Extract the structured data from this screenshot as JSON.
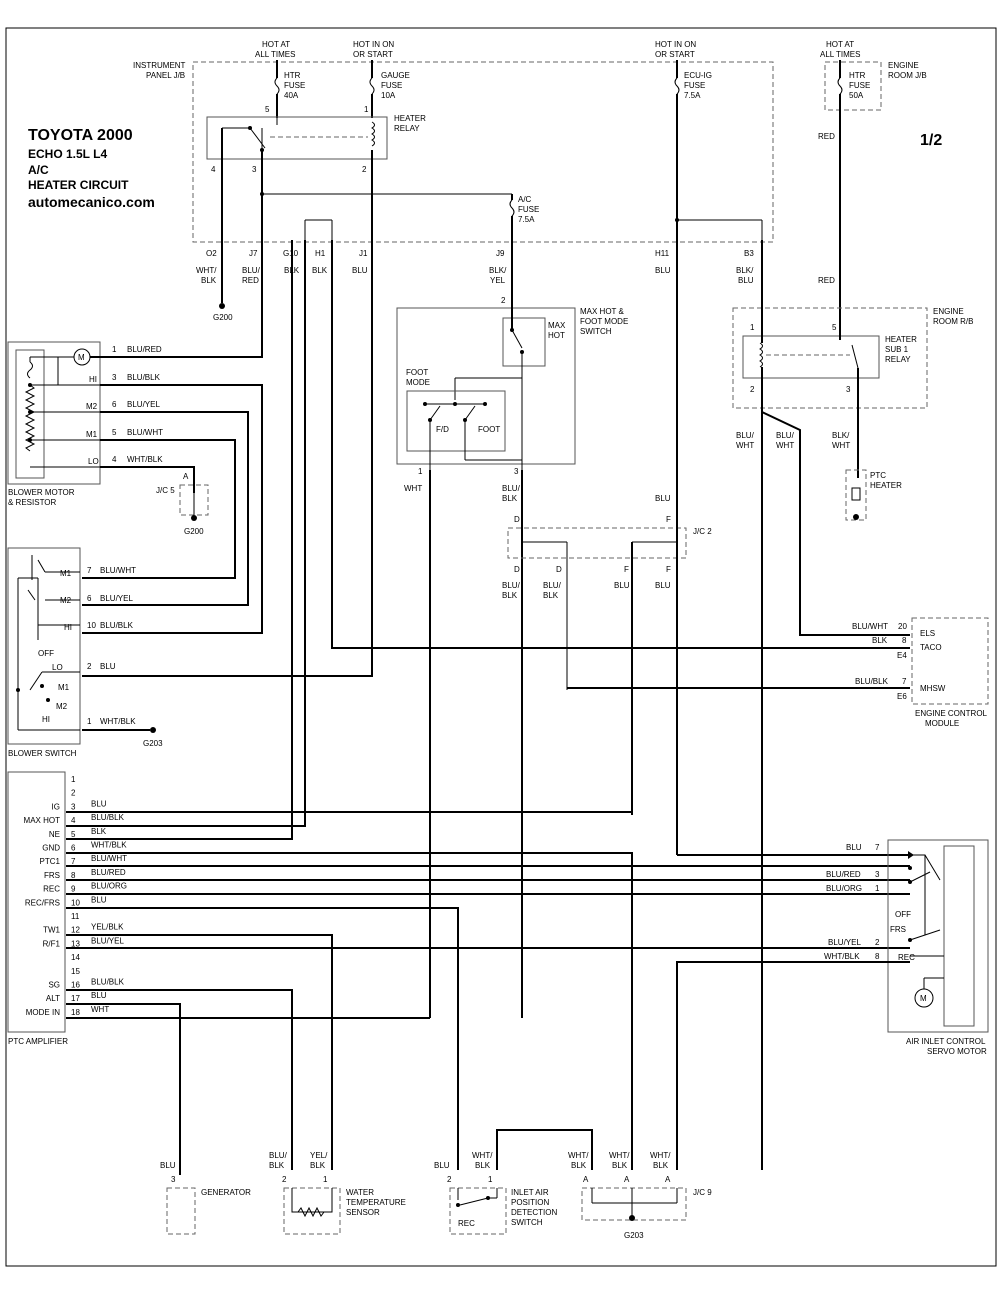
{
  "header": {
    "make_year": "TOYOTA 2000",
    "model": "ECHO   1.5L  L4",
    "system": "A/C",
    "circuit": "HEATER CIRCUIT",
    "site": "automecanico.com",
    "page": "1/2"
  },
  "power": {
    "hot_at_all_times": "HOT AT",
    "all_times": "ALL TIMES",
    "hot_in_on": "HOT IN ON",
    "or_start": "OR START"
  },
  "instrument_panel": {
    "label1": "INSTRUMENT",
    "label2": "PANEL J/B",
    "htr_fuse": [
      "HTR",
      "FUSE",
      "40A"
    ],
    "gauge_fuse": [
      "GAUGE",
      "FUSE",
      "10A"
    ],
    "ecu_fuse": [
      "ECU-IG",
      "FUSE",
      "7.5A"
    ],
    "ac_fuse": [
      "A/C",
      "FUSE",
      "7.5A"
    ],
    "heater_relay": [
      "HEATER",
      "RELAY"
    ],
    "pins": [
      "5",
      "1",
      "4",
      "3",
      "2"
    ],
    "connectors": [
      "O2",
      "J7",
      "G10",
      "H1",
      "J1",
      "J9",
      "H11",
      "B3"
    ],
    "wires": [
      "WHT/",
      "BLK",
      "BLU/",
      "RED",
      "BLK",
      "BLK",
      "BLU",
      "BLK/",
      "YEL",
      "BLU",
      "BLK/",
      "BLU"
    ],
    "ground": "G200"
  },
  "engine_room_jb": {
    "label1": "ENGINE",
    "label2": "ROOM J/B",
    "htr_fuse": [
      "HTR",
      "FUSE",
      "50A"
    ],
    "wire1": "RED",
    "wire2": "RED"
  },
  "engine_room_rb": {
    "label1": "ENGINE",
    "label2": "ROOM R/B",
    "relay": [
      "HEATER",
      "SUB 1",
      "RELAY"
    ],
    "pins": [
      "1",
      "5",
      "2",
      "3"
    ],
    "wires": [
      "BLU/",
      "WHT",
      "BLU/",
      "WHT",
      "BLK/",
      "WHT"
    ],
    "ptc": [
      "PTC",
      "HEATER"
    ]
  },
  "max_hot_switch": {
    "label": [
      "MAX HOT &",
      "FOOT MODE",
      "SWITCH"
    ],
    "max_hot": [
      "MAX",
      "HOT"
    ],
    "foot_mode": [
      "FOOT",
      "MODE"
    ],
    "fd": "F/D",
    "foot": "FOOT",
    "pins": [
      "2",
      "1",
      "3"
    ],
    "wires": [
      "WHT",
      "BLU/",
      "BLK",
      "BLU"
    ]
  },
  "jc2": {
    "label": "J/C 2",
    "pins": [
      "D",
      "F",
      "D",
      "D",
      "F",
      "F"
    ],
    "wires": [
      "BLU/",
      "BLK",
      "BLU/",
      "BLK",
      "BLU",
      "BLU"
    ]
  },
  "blower_motor": {
    "label": [
      "BLOWER MOTOR",
      "& RESISTOR"
    ],
    "pins": [
      "1",
      "3",
      "6",
      "5",
      "4"
    ],
    "speeds": [
      "HI",
      "M2",
      "M1",
      "LO"
    ],
    "wires": [
      "BLU/RED",
      "BLU/BLK",
      "BLU/YEL",
      "BLU/WHT",
      "WHT/BLK"
    ],
    "jc5": "J/C 5",
    "jc5_pin": "A",
    "ground": "G200"
  },
  "blower_switch": {
    "label": "BLOWER SWITCH",
    "pins": [
      "7",
      "6",
      "10",
      "2",
      "1"
    ],
    "positions": [
      "M1",
      "M2",
      "HI",
      "OFF",
      "LO",
      "M1",
      "M2",
      "HI"
    ],
    "wires": [
      "BLU/WHT",
      "BLU/YEL",
      "BLU/BLK",
      "BLU",
      "WHT/BLK"
    ],
    "ground": "G203"
  },
  "ecm": {
    "label": [
      "ENGINE CONTROL",
      "MODULE"
    ],
    "pins": [
      "ELS",
      "TACO",
      "MHSW"
    ],
    "pin_nums": [
      "20",
      "8",
      "7"
    ],
    "wires": [
      "BLU/WHT",
      "BLK",
      "BLU/BLK"
    ],
    "conns": [
      "E4",
      "E6"
    ]
  },
  "ptc_amplifier": {
    "label": "PTC AMPLIFIER",
    "rows": [
      {
        "pin": "1",
        "name": "",
        "wire": ""
      },
      {
        "pin": "2",
        "name": "",
        "wire": ""
      },
      {
        "pin": "3",
        "name": "IG",
        "wire": "BLU"
      },
      {
        "pin": "4",
        "name": "MAX HOT",
        "wire": "BLU/BLK"
      },
      {
        "pin": "5",
        "name": "NE",
        "wire": "BLK"
      },
      {
        "pin": "6",
        "name": "GND",
        "wire": "WHT/BLK"
      },
      {
        "pin": "7",
        "name": "PTC1",
        "wire": "BLU/WHT"
      },
      {
        "pin": "8",
        "name": "FRS",
        "wire": "BLU/RED"
      },
      {
        "pin": "9",
        "name": "REC",
        "wire": "BLU/ORG"
      },
      {
        "pin": "10",
        "name": "REC/FRS",
        "wire": "BLU"
      },
      {
        "pin": "11",
        "name": "",
        "wire": ""
      },
      {
        "pin": "12",
        "name": "TW1",
        "wire": "YEL/BLK"
      },
      {
        "pin": "13",
        "name": "R/F1",
        "wire": "BLU/YEL"
      },
      {
        "pin": "14",
        "name": "",
        "wire": ""
      },
      {
        "pin": "15",
        "name": "",
        "wire": ""
      },
      {
        "pin": "16",
        "name": "SG",
        "wire": "BLU/BLK"
      },
      {
        "pin": "17",
        "name": "ALT",
        "wire": "BLU"
      },
      {
        "pin": "18",
        "name": "MODE IN",
        "wire": "WHT"
      }
    ]
  },
  "servo": {
    "label": [
      "AIR INLET CONTROL",
      "SERVO MOTOR"
    ],
    "pins": [
      "7",
      "3",
      "1",
      "2",
      "8"
    ],
    "wires": [
      "BLU",
      "BLU/RED",
      "BLU/ORG",
      "BLU/YEL",
      "WHT/BLK"
    ],
    "off": "OFF",
    "frs": "FRS",
    "rec": "REC"
  },
  "bottom": {
    "generator": "GENERATOR",
    "gen_wire": "BLU",
    "gen_pin": "3",
    "wts": [
      "WATER",
      "TEMPERATURE",
      "SENSOR"
    ],
    "wts_wires": [
      "BLU/",
      "BLK",
      "YEL/",
      "BLK"
    ],
    "wts_pins": [
      "2",
      "1"
    ],
    "inlet": [
      "INLET AIR",
      "POSITION",
      "DETECTION",
      "SWITCH"
    ],
    "inlet_wires": [
      "BLU",
      "WHT/",
      "BLK"
    ],
    "inlet_pins": [
      "2",
      "1"
    ],
    "rec": "REC",
    "jc9": "J/C 9",
    "jc9_wires": [
      "WHT/",
      "BLK",
      "WHT/",
      "BLK",
      "WHT/",
      "BLK"
    ],
    "jc9_pins": [
      "A",
      "A",
      "A"
    ],
    "ground": "G203"
  }
}
